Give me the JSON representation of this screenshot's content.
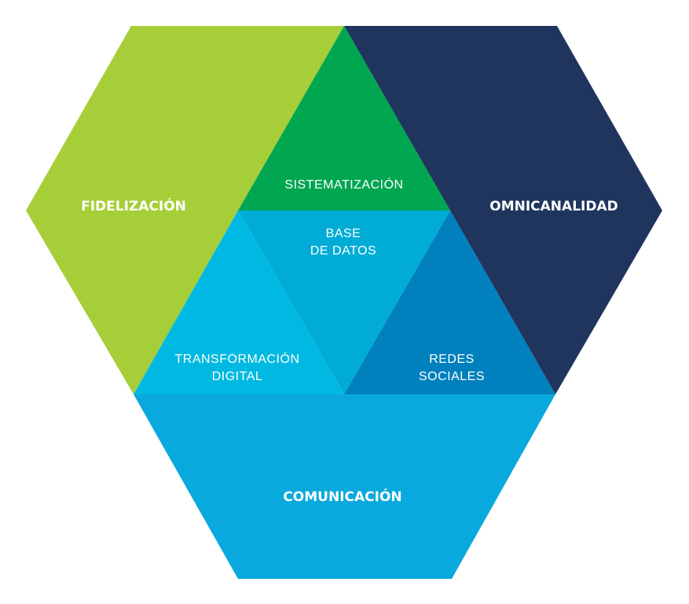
{
  "diagram": {
    "segments": {
      "fidelizacion": {
        "label": "FIDELIZACIÓN",
        "color": "#a6ce39"
      },
      "omnicanalidad": {
        "label": "OMNICANALIDAD",
        "color": "#1f355e"
      },
      "comunicacion": {
        "label": "COMUNICACIÓN",
        "color": "#0aa9dd"
      },
      "sistematizacion": {
        "label": "SISTEMATIZACIÓN",
        "color": "#00a650"
      },
      "base_datos": {
        "line1": "BASE",
        "line2": "DE DATOS",
        "color": "#00acd6"
      },
      "transformacion": {
        "line1": "TRANSFORMACIÓN",
        "line2": "DIGITAL",
        "color": "#00b9e2"
      },
      "redes": {
        "line1": "REDES",
        "line2": "SOCIALES",
        "color": "#0080bc"
      }
    }
  }
}
